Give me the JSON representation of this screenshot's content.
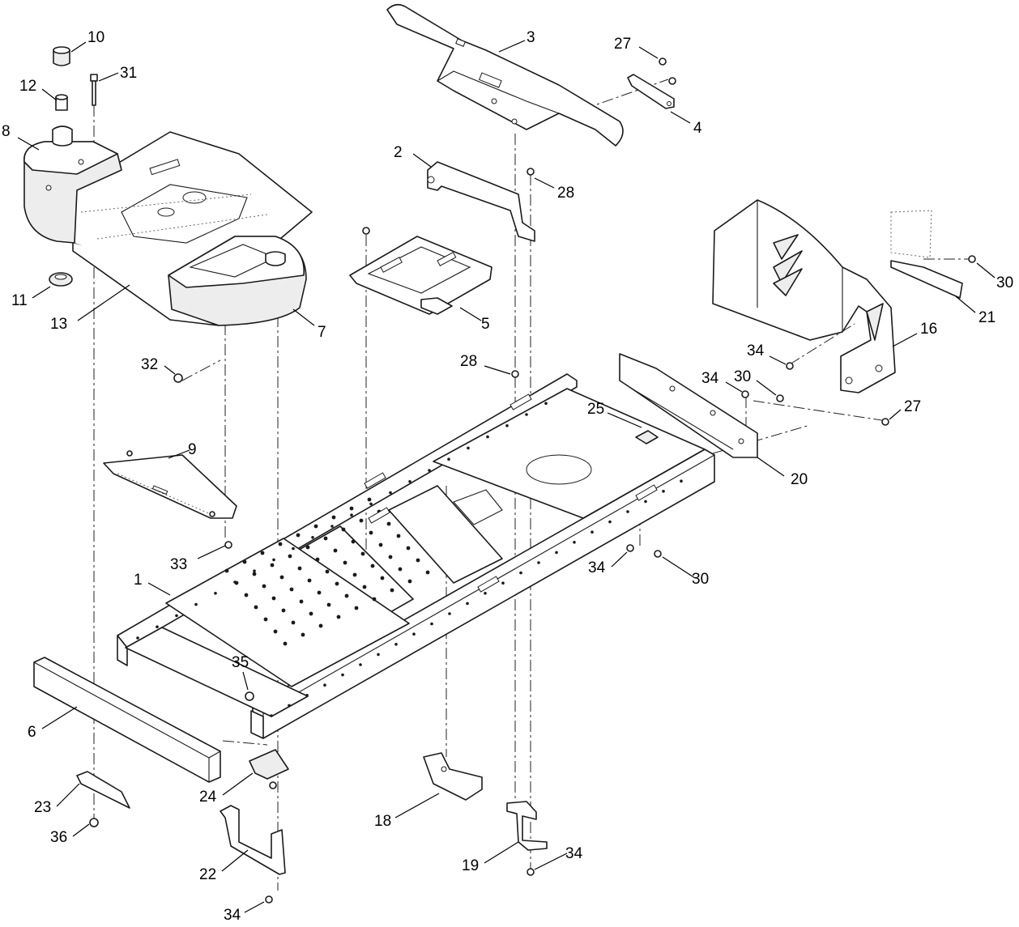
{
  "callouts": [
    "10",
    "12",
    "31",
    "8",
    "11",
    "13",
    "7",
    "3",
    "27",
    "4",
    "2",
    "28",
    "5",
    "32",
    "9",
    "33",
    "1",
    "35",
    "6",
    "23",
    "36",
    "24",
    "22",
    "34",
    "18",
    "19",
    "34",
    "28",
    "25",
    "34",
    "30",
    "34",
    "27",
    "20",
    "16",
    "21",
    "30",
    "34",
    "30"
  ]
}
